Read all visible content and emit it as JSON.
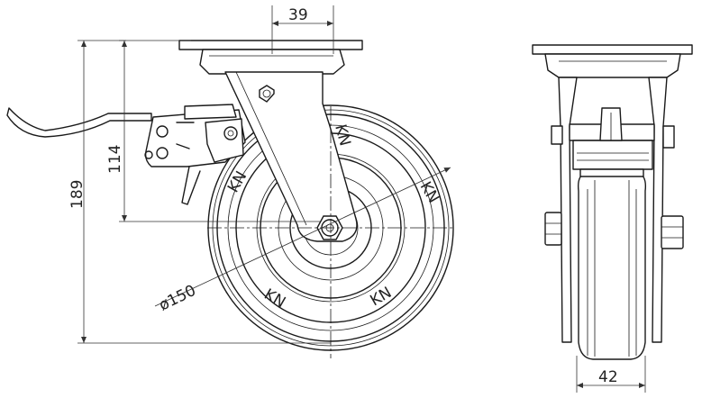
{
  "dimensions": {
    "top_width": "39",
    "swivel_height": "114",
    "overall_height": "189",
    "wheel_diameter": "ø150",
    "wheel_width": "42"
  },
  "colors": {
    "line": "#1a1a1a",
    "background": "#ffffff"
  }
}
